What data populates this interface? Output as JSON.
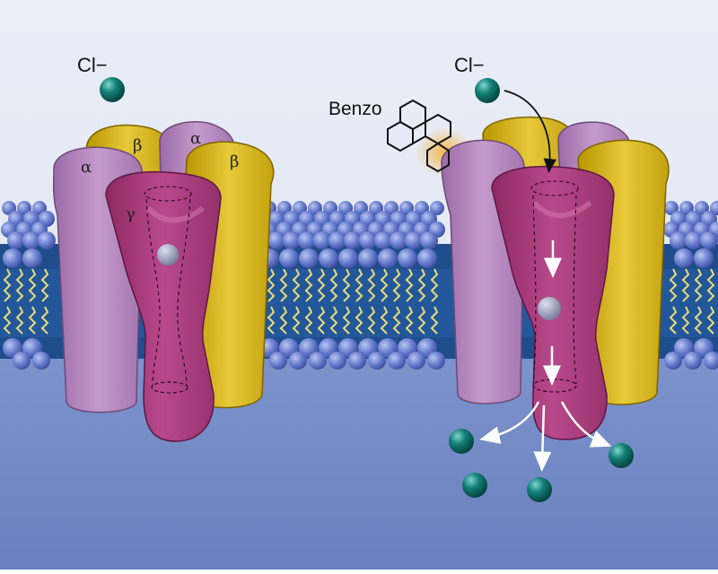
{
  "labels": {
    "ion_left": "Cl−",
    "ion_right": "Cl−",
    "drug": "Benzo",
    "alpha_left_1": "α",
    "beta_left_1": "β",
    "alpha_left_2": "α",
    "beta_left_2": "β",
    "gamma_left": "γ"
  },
  "colors": {
    "extracellular": "#e8ecf5",
    "cytoplasm": "#6f88c4",
    "membrane_core": "#1e4f8e",
    "phospholipid_head": "#5b74c8",
    "lipid_tail": "#e7dc78",
    "alpha_subunit": "#b787bd",
    "beta_subunit": "#d8b41e",
    "gamma_subunit": "#a93a7a",
    "chloride_ion": "#0f6f6a",
    "drug_glow": "#f3b247"
  },
  "icons": {
    "drug_molecule": "benzodiazepine-structure-icon",
    "flow_arrows": "ion-flow-arrow-icon"
  }
}
